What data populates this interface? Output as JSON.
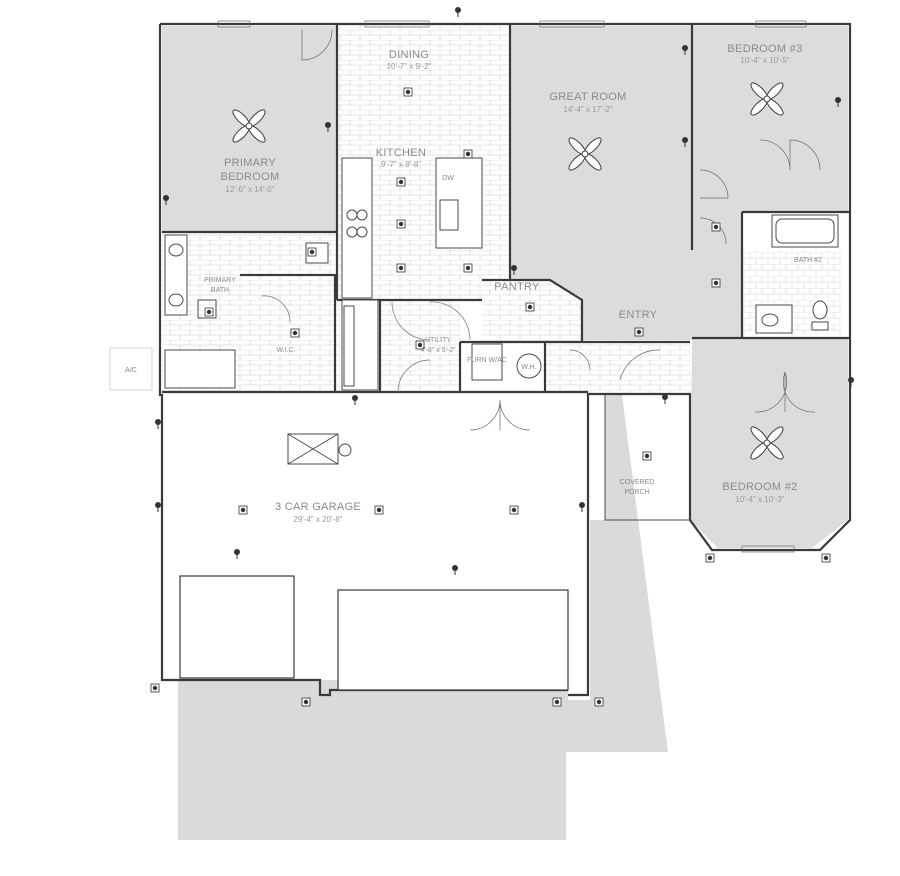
{
  "rooms": {
    "dining": {
      "name": "DINING",
      "dim": "10'-7\" x 9'-2\""
    },
    "kitchen": {
      "name": "KITCHEN",
      "dim": "9'-7\" x 8'-8\""
    },
    "great_room": {
      "name": "GREAT ROOM",
      "dim": "14'-4\" x 17'-2\""
    },
    "bedroom3": {
      "name": "BEDROOM #3",
      "dim": "10'-4\" x 10'-5\""
    },
    "primary_bedroom": {
      "name_line1": "PRIMARY",
      "name_line2": "BEDROOM",
      "dim": "12'-6\" x 14'-0\""
    },
    "primary_bath": {
      "name_line1": "PRIMARY",
      "name_line2": "BATH"
    },
    "wic": {
      "name": "W.I.C."
    },
    "pantry": {
      "name": "PANTRY"
    },
    "utility": {
      "name": "UTILITY",
      "dim": "4'-8\" x 5'-2\""
    },
    "entry": {
      "name": "ENTRY"
    },
    "bath2": {
      "name": "BATH #2"
    },
    "bedroom2": {
      "name": "BEDROOM #2",
      "dim": "10'-4\" x 10'-3\""
    },
    "covered_porch": {
      "name_line1": "COVERED",
      "name_line2": "PORCH"
    },
    "garage": {
      "name": "3 CAR GARAGE",
      "dim": "29'-4\" x 20'-8\""
    }
  },
  "fixtures": {
    "ac": "A/C",
    "furnace": "FURN W/AC",
    "water_heater": "W.H.",
    "dishwasher": "DW"
  },
  "colors": {
    "interior_shade": "#dcdcdc",
    "driveway": "#dadada",
    "wall": "#3a3a3a",
    "tile_line": "#c9c9c9"
  }
}
